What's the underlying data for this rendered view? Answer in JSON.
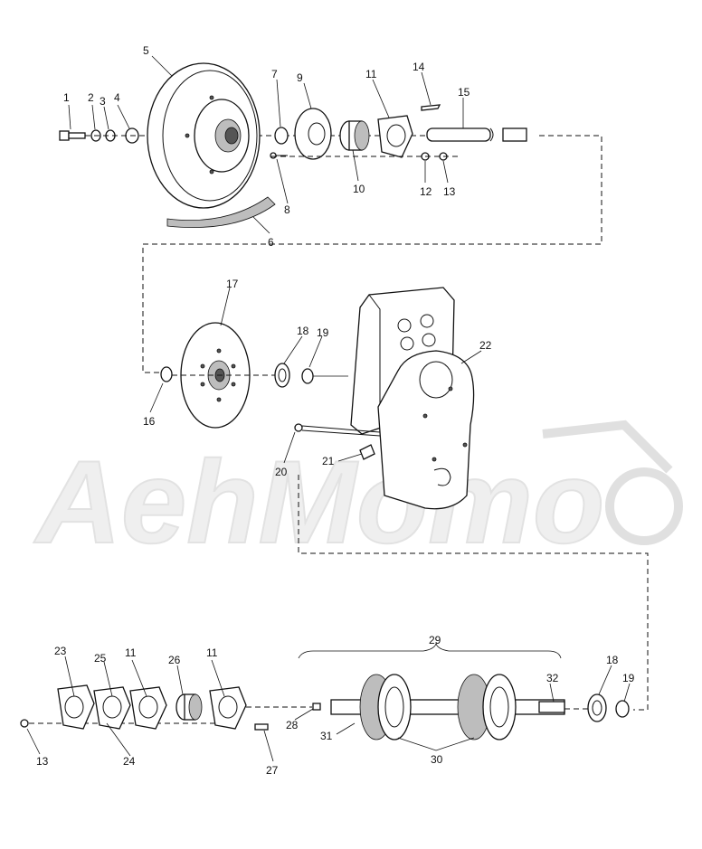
{
  "watermark": {
    "text": "AehMomo"
  },
  "callouts": [
    "1",
    "2",
    "3",
    "4",
    "5",
    "6",
    "7",
    "8",
    "9",
    "10",
    "11",
    "12",
    "13",
    "14",
    "15",
    "17",
    "18",
    "19",
    "16",
    "22",
    "20",
    "21",
    "29",
    "23",
    "25",
    "11",
    "26",
    "11",
    "32",
    "18",
    "19",
    "13",
    "24",
    "27",
    "28",
    "31",
    "30"
  ]
}
